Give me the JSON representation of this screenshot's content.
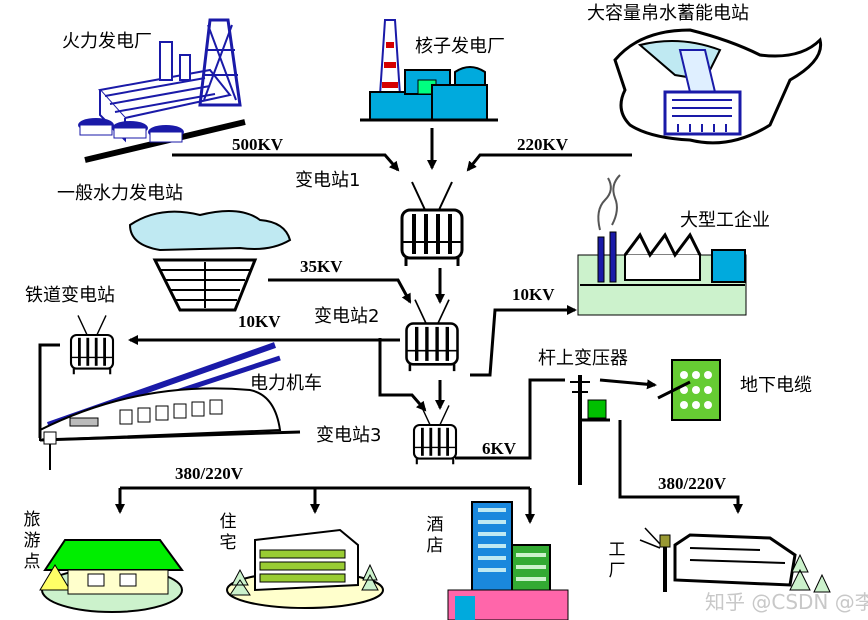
{
  "colors": {
    "line": "#000000",
    "blue": "#1a1aa8",
    "cyan": "#bfe9f2",
    "green": "#00ff00",
    "lightgreen": "#ccf2cc",
    "olive": "#999933",
    "teal": "#00aadd"
  },
  "labels": {
    "thermal_plant": "火力发电厂",
    "nuclear_plant": "核子发电厂",
    "pumped_storage": "大容量帛水蓄能电站",
    "hydro_plant": "一般水力发电站",
    "industry": "大型工企业",
    "rail_substation": "铁道变电站",
    "electric_loco": "电力机车",
    "pole_transformer": "杆上变压器",
    "underground_cable": "地下电缆",
    "substation1": "变电站1",
    "substation2": "变电站2",
    "substation3": "变电站3",
    "tourism": "旅\n游\n点",
    "residence": "住\n宅",
    "hotel": "酒\n店",
    "factory": "工\n厂"
  },
  "voltages": {
    "v500": "500KV",
    "v220": "220KV",
    "v35": "35KV",
    "v10a": "10KV",
    "v10b": "10KV",
    "v6": "6KV",
    "v380a": "380/220V",
    "v380b": "380/220V"
  },
  "watermark": "知乎 @CSDN @李言夕"
}
